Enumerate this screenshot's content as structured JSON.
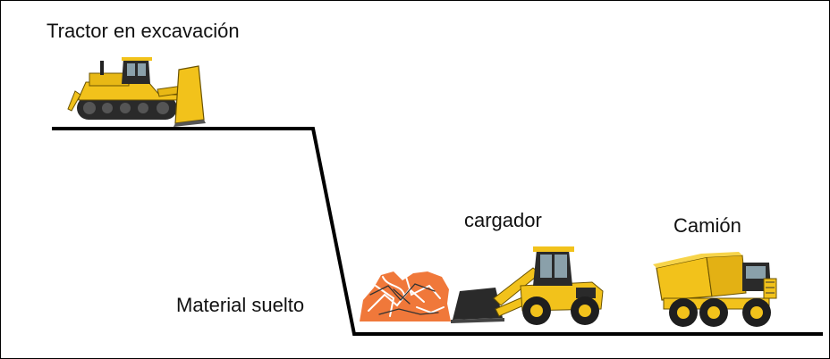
{
  "labels": {
    "tractor": "Tractor en excavación",
    "material": "Material suelto",
    "loader": "cargador",
    "truck": "Camión"
  },
  "colors": {
    "machine_yellow": "#f2c21b",
    "machine_dark": "#2a2a2a",
    "material_orange": "#f0783a",
    "ground_line": "#000000"
  },
  "icons": {
    "tractor": "bulldozer-icon",
    "material": "loose-material-icon",
    "loader": "wheel-loader-icon",
    "truck": "dump-truck-icon"
  }
}
